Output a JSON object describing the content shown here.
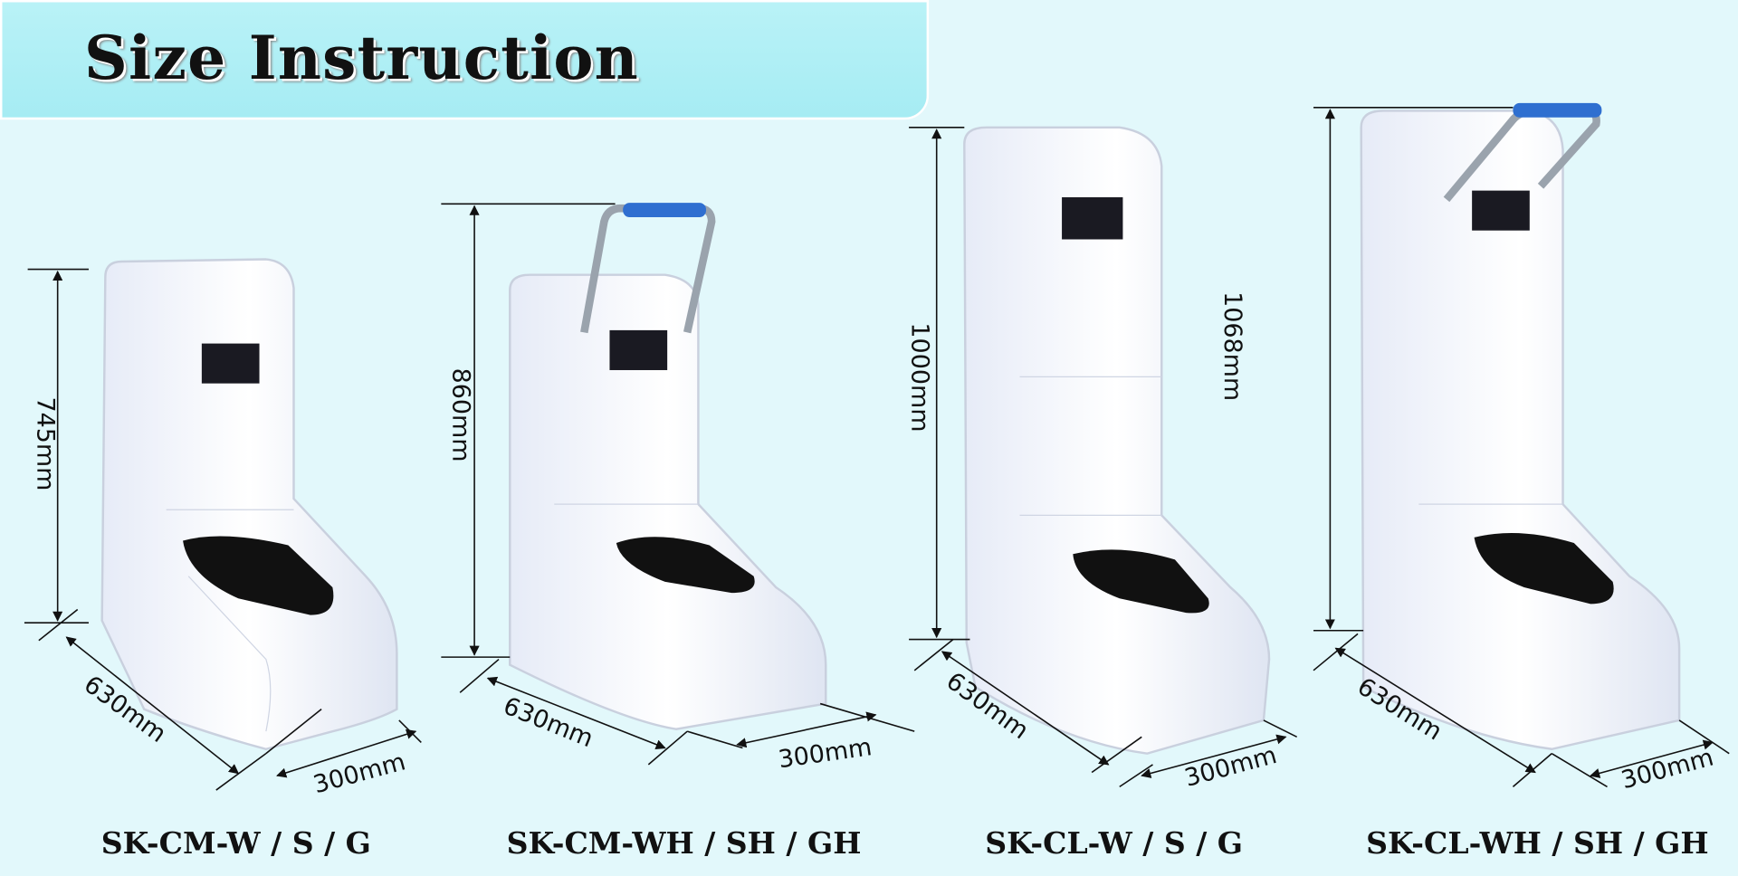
{
  "title": "Size Instruction",
  "products": [
    {
      "model": "SK-CM-W / S / G",
      "height": "745mm",
      "depth": "630mm",
      "width": "300mm",
      "handle": false
    },
    {
      "model": "SK-CM-WH / SH / GH",
      "height": "860mm",
      "depth": "630mm",
      "width": "300mm",
      "handle": true
    },
    {
      "model": "SK-CL-W / S / G",
      "height": "1000mm",
      "depth": "630mm",
      "width": "300mm",
      "handle": false
    },
    {
      "model": "SK-CL-WH / SH / GH",
      "height": "1068mm",
      "depth": "630mm",
      "width": "300mm",
      "handle": true
    }
  ],
  "colors": {
    "background": "#e2f8fb",
    "title_box": "#b9f2f7",
    "handle_grip": "#2f6fd0"
  }
}
